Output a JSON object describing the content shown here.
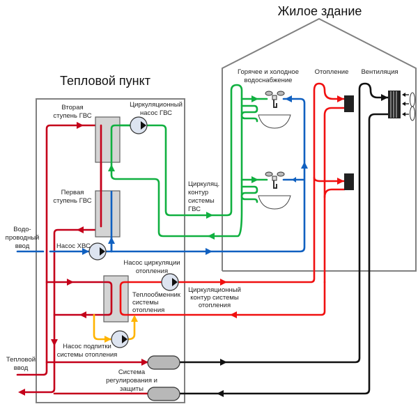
{
  "titles": {
    "building": "Жилое здание",
    "substation": "Тепловой пункт"
  },
  "labels": {
    "second_stage": [
      "Вторая",
      "ступень ГВС"
    ],
    "first_stage": [
      "Первая",
      "ступень ГВС"
    ],
    "dhw_circ_pump": [
      "Циркуляционный",
      "насос ГВС"
    ],
    "dhw_circ_loop": [
      "Циркуляц.",
      "контур",
      "системы",
      "ГВС"
    ],
    "water_inlet": [
      "Водо-",
      "проводный",
      "ввод"
    ],
    "cold_water_pump": [
      "Насос ХВС"
    ],
    "heating_circ_pump": [
      "Насос циркуляции",
      "отопления"
    ],
    "heating_hx": [
      "Теплообменник",
      "системы",
      "отопления"
    ],
    "heating_circ_loop": [
      "Циркуляционный",
      "контур системы",
      "отопления"
    ],
    "makeup_pump": [
      "Насос подпитки",
      "системы отопления"
    ],
    "heat_inlet": [
      "Тепловой",
      "ввод"
    ],
    "control_system": [
      "Система",
      "регулирования и",
      "защиты"
    ],
    "hot_cold_water": [
      "Горячее и холодное",
      "водоснабжение"
    ],
    "heating": [
      "Отопление"
    ],
    "ventilation": [
      "Вентиляция"
    ]
  },
  "colors": {
    "primary_heat": "#c4001a",
    "heating_loop": "#f01010",
    "hot_water": "#10b040",
    "cold_water": "#1060c0",
    "ventilation": "#111111",
    "makeup": "#ffb400"
  }
}
